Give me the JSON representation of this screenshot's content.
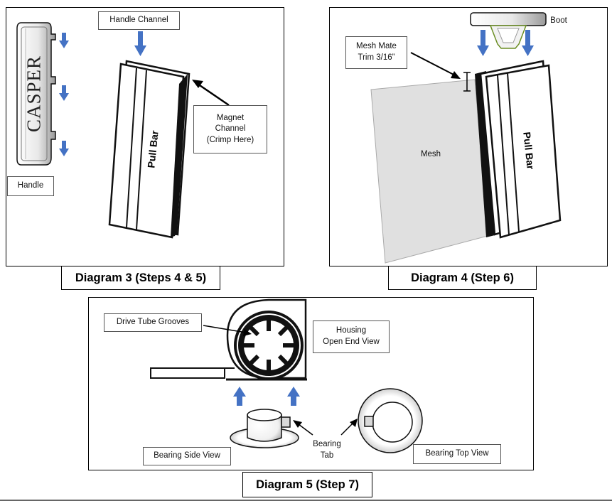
{
  "diagram3": {
    "caption": "Diagram 3 (Steps 4 & 5)",
    "handle_channel": "Handle Channel",
    "magnet_channel": "Magnet\nChannel\n(Crimp Here)",
    "handle": "Handle",
    "casper": "CASPER",
    "pull_bar": "Pull Bar"
  },
  "diagram4": {
    "caption": "Diagram 4 (Step 6)",
    "mesh_mate": "Mesh Mate\nTrim 3/16”",
    "boot": "Boot",
    "mesh": "Mesh",
    "pull_bar": "Pull Bar"
  },
  "diagram5": {
    "caption": "Diagram 5 (Step 7)",
    "drive_tube_grooves": "Drive Tube Grooves",
    "housing": "Housing\nOpen End View",
    "bearing_side_view": "Bearing Side View",
    "bearing_tab": "Bearing\nTab",
    "bearing_top_view": "Bearing Top View"
  },
  "colors": {
    "arrow_blue": "#4472c4",
    "mesh_gray": "#e0e0e0",
    "outline": "#000000"
  },
  "icons": [
    "down-arrow-icon",
    "up-arrow-icon",
    "pointer-arrow-icon"
  ]
}
